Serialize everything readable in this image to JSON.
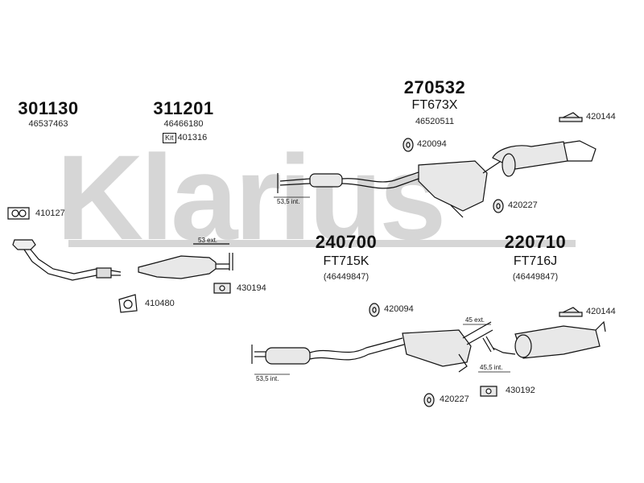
{
  "watermark": {
    "text": "Klarius"
  },
  "parts": {
    "p301130": {
      "number": "301130",
      "oem": "46537463"
    },
    "p311201": {
      "number": "311201",
      "kit": "Kit",
      "oem": "46466180",
      "kit_code": "401316"
    },
    "p270532": {
      "number": "270532",
      "code": "FT673X",
      "oem": "46520511"
    },
    "p240700": {
      "number": "240700",
      "code": "FT715K",
      "oem": "(46449847)"
    },
    "p220710": {
      "number": "220710",
      "code": "FT716J",
      "oem": "(46449847)"
    }
  },
  "accessories": {
    "a420144_top": "420144",
    "a420094_top": "420094",
    "a420227_top": "420227",
    "a410127": "410127",
    "a430194": "430194",
    "a410480": "410480",
    "a420094_bottom": "420094",
    "a420144_bottom": "420144",
    "a430192": "430192",
    "a420227_bottom": "420227"
  },
  "dimensions": {
    "d53_5_top": "53,5 int.",
    "d53_ext": "53 ext.",
    "d45_ext": "45 ext.",
    "d45_5_int": "45,5 int.",
    "d53_5_bottom": "53,5 int."
  },
  "colors": {
    "line": "#111111",
    "muffler_fill": "#e8e8e8",
    "watermark": "#d6d6d6"
  }
}
